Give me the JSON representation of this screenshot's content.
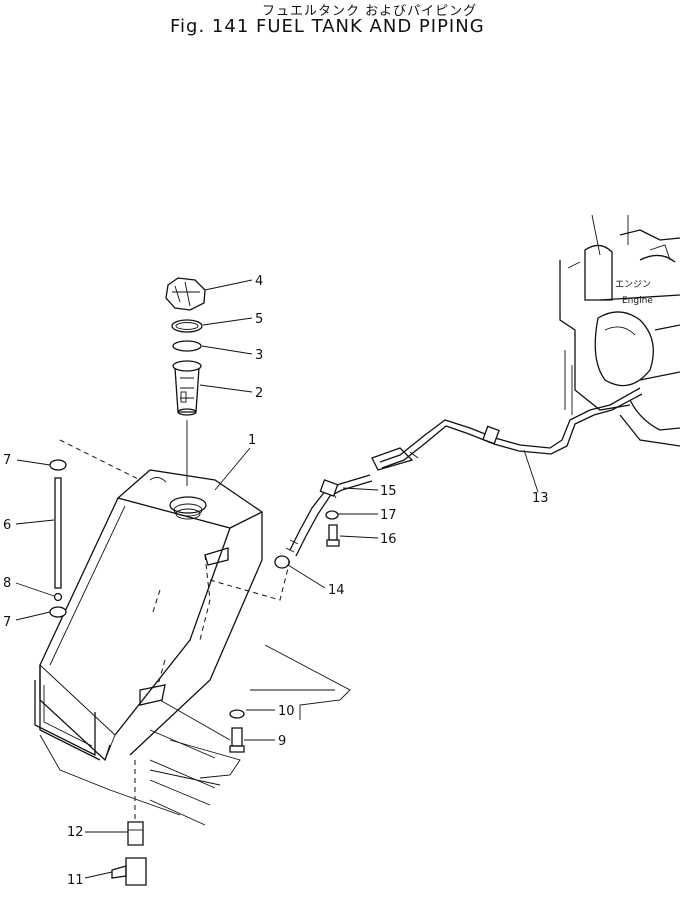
{
  "header": {
    "title_jp": "フュエルタンク およびパイピング",
    "title_en": "Fig. 141 FUEL TANK AND PIPING"
  },
  "engine_label": {
    "jp": "エンジン",
    "en": "Engine"
  },
  "callouts": [
    {
      "id": "c1",
      "label": "1"
    },
    {
      "id": "c2",
      "label": "2"
    },
    {
      "id": "c3",
      "label": "3"
    },
    {
      "id": "c4",
      "label": "4"
    },
    {
      "id": "c5",
      "label": "5"
    },
    {
      "id": "c6",
      "label": "6"
    },
    {
      "id": "c7a",
      "label": "7"
    },
    {
      "id": "c7b",
      "label": "7"
    },
    {
      "id": "c8",
      "label": "8"
    },
    {
      "id": "c9",
      "label": "9"
    },
    {
      "id": "c10",
      "label": "10"
    },
    {
      "id": "c11",
      "label": "11"
    },
    {
      "id": "c12",
      "label": "12"
    },
    {
      "id": "c13",
      "label": "13"
    },
    {
      "id": "c14",
      "label": "14"
    },
    {
      "id": "c15",
      "label": "15"
    },
    {
      "id": "c16",
      "label": "16"
    },
    {
      "id": "c17",
      "label": "17"
    }
  ]
}
